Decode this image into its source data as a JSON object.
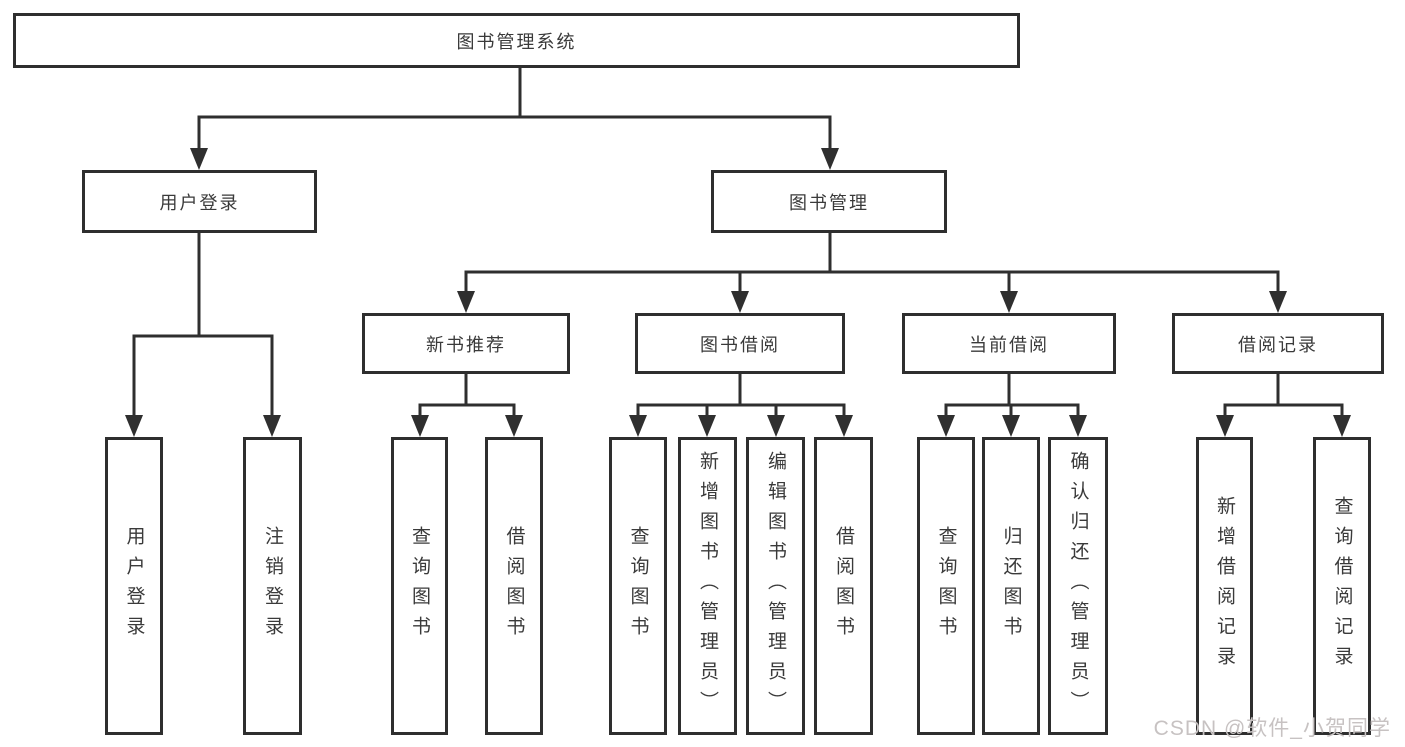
{
  "diagram": {
    "root": {
      "label": "图书管理系统"
    },
    "branches": [
      {
        "label": "用户登录",
        "children": [
          {
            "label": "用户登录"
          },
          {
            "label": "注销登录"
          }
        ]
      },
      {
        "label": "图书管理",
        "children": [
          {
            "label": "新书推荐",
            "children": [
              {
                "label": "查询图书"
              },
              {
                "label": "借阅图书"
              }
            ]
          },
          {
            "label": "图书借阅",
            "children": [
              {
                "label": "查询图书"
              },
              {
                "label": "新增图书（管理员）"
              },
              {
                "label": "编辑图书（管理员）"
              },
              {
                "label": "借阅图书"
              }
            ]
          },
          {
            "label": "当前借阅",
            "children": [
              {
                "label": "查询图书"
              },
              {
                "label": "归还图书"
              },
              {
                "label": "确认归还（管理员）"
              }
            ]
          },
          {
            "label": "借阅记录",
            "children": [
              {
                "label": "新增借阅记录"
              },
              {
                "label": "查询借阅记录"
              }
            ]
          }
        ]
      }
    ]
  },
  "watermark": {
    "text": "CSDN @软件_小贺同学"
  },
  "colors": {
    "line": "#2f2f2f",
    "text": "#3a3a3a",
    "watermark": "#c7c2c2"
  }
}
